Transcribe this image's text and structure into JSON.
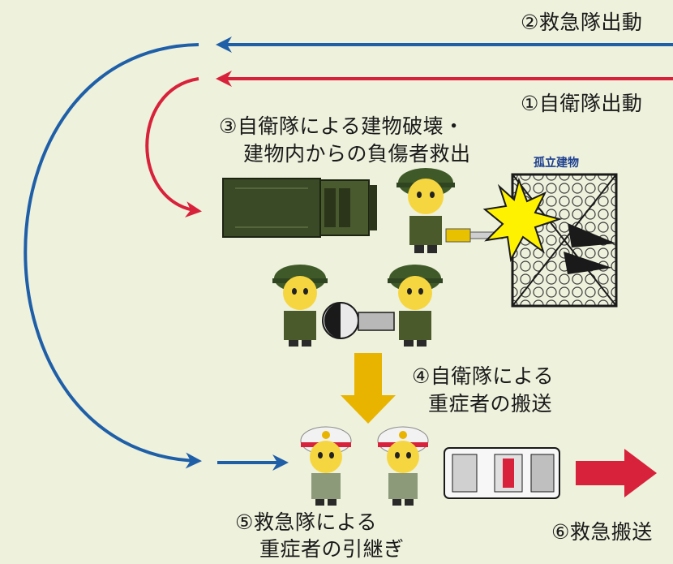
{
  "steps": {
    "s1": "①自衛隊出動",
    "s2": "②救急隊出動",
    "s3_line1": "③自衛隊による建物破壊・",
    "s3_line2": "建物内からの負傷者救出",
    "s4_line1": "④自衛隊による",
    "s4_line2": "重症者の搬送",
    "s5_line1": "⑤救急隊による",
    "s5_line2": "重症者の引継ぎ",
    "s6": "⑥救急搬送"
  },
  "labels": {
    "isolated_building": "孤立建物"
  },
  "colors": {
    "background": "#eef1dc",
    "ambulance_arrow": "#1f5fa8",
    "sdf_arrow": "#d8213a",
    "transport_arrow": "#e8b400",
    "exit_arrow": "#d8213a",
    "uniform_green": "#4a5a2a",
    "helmet_green": "#3f5a28",
    "rescue_helmet": "#f2f2f2",
    "rescue_stripe": "#d8213a",
    "rescue_uniform": "#8c9a7a",
    "vehicle_green": "#3b4a26",
    "skin": "#f6d640"
  },
  "icons": [
    "military-truck-icon",
    "soldier-icon",
    "chainsaw-icon",
    "explosion-icon",
    "collapsed-building-icon",
    "injured-person-icon",
    "rescue-worker-icon",
    "ambulance-icon"
  ]
}
